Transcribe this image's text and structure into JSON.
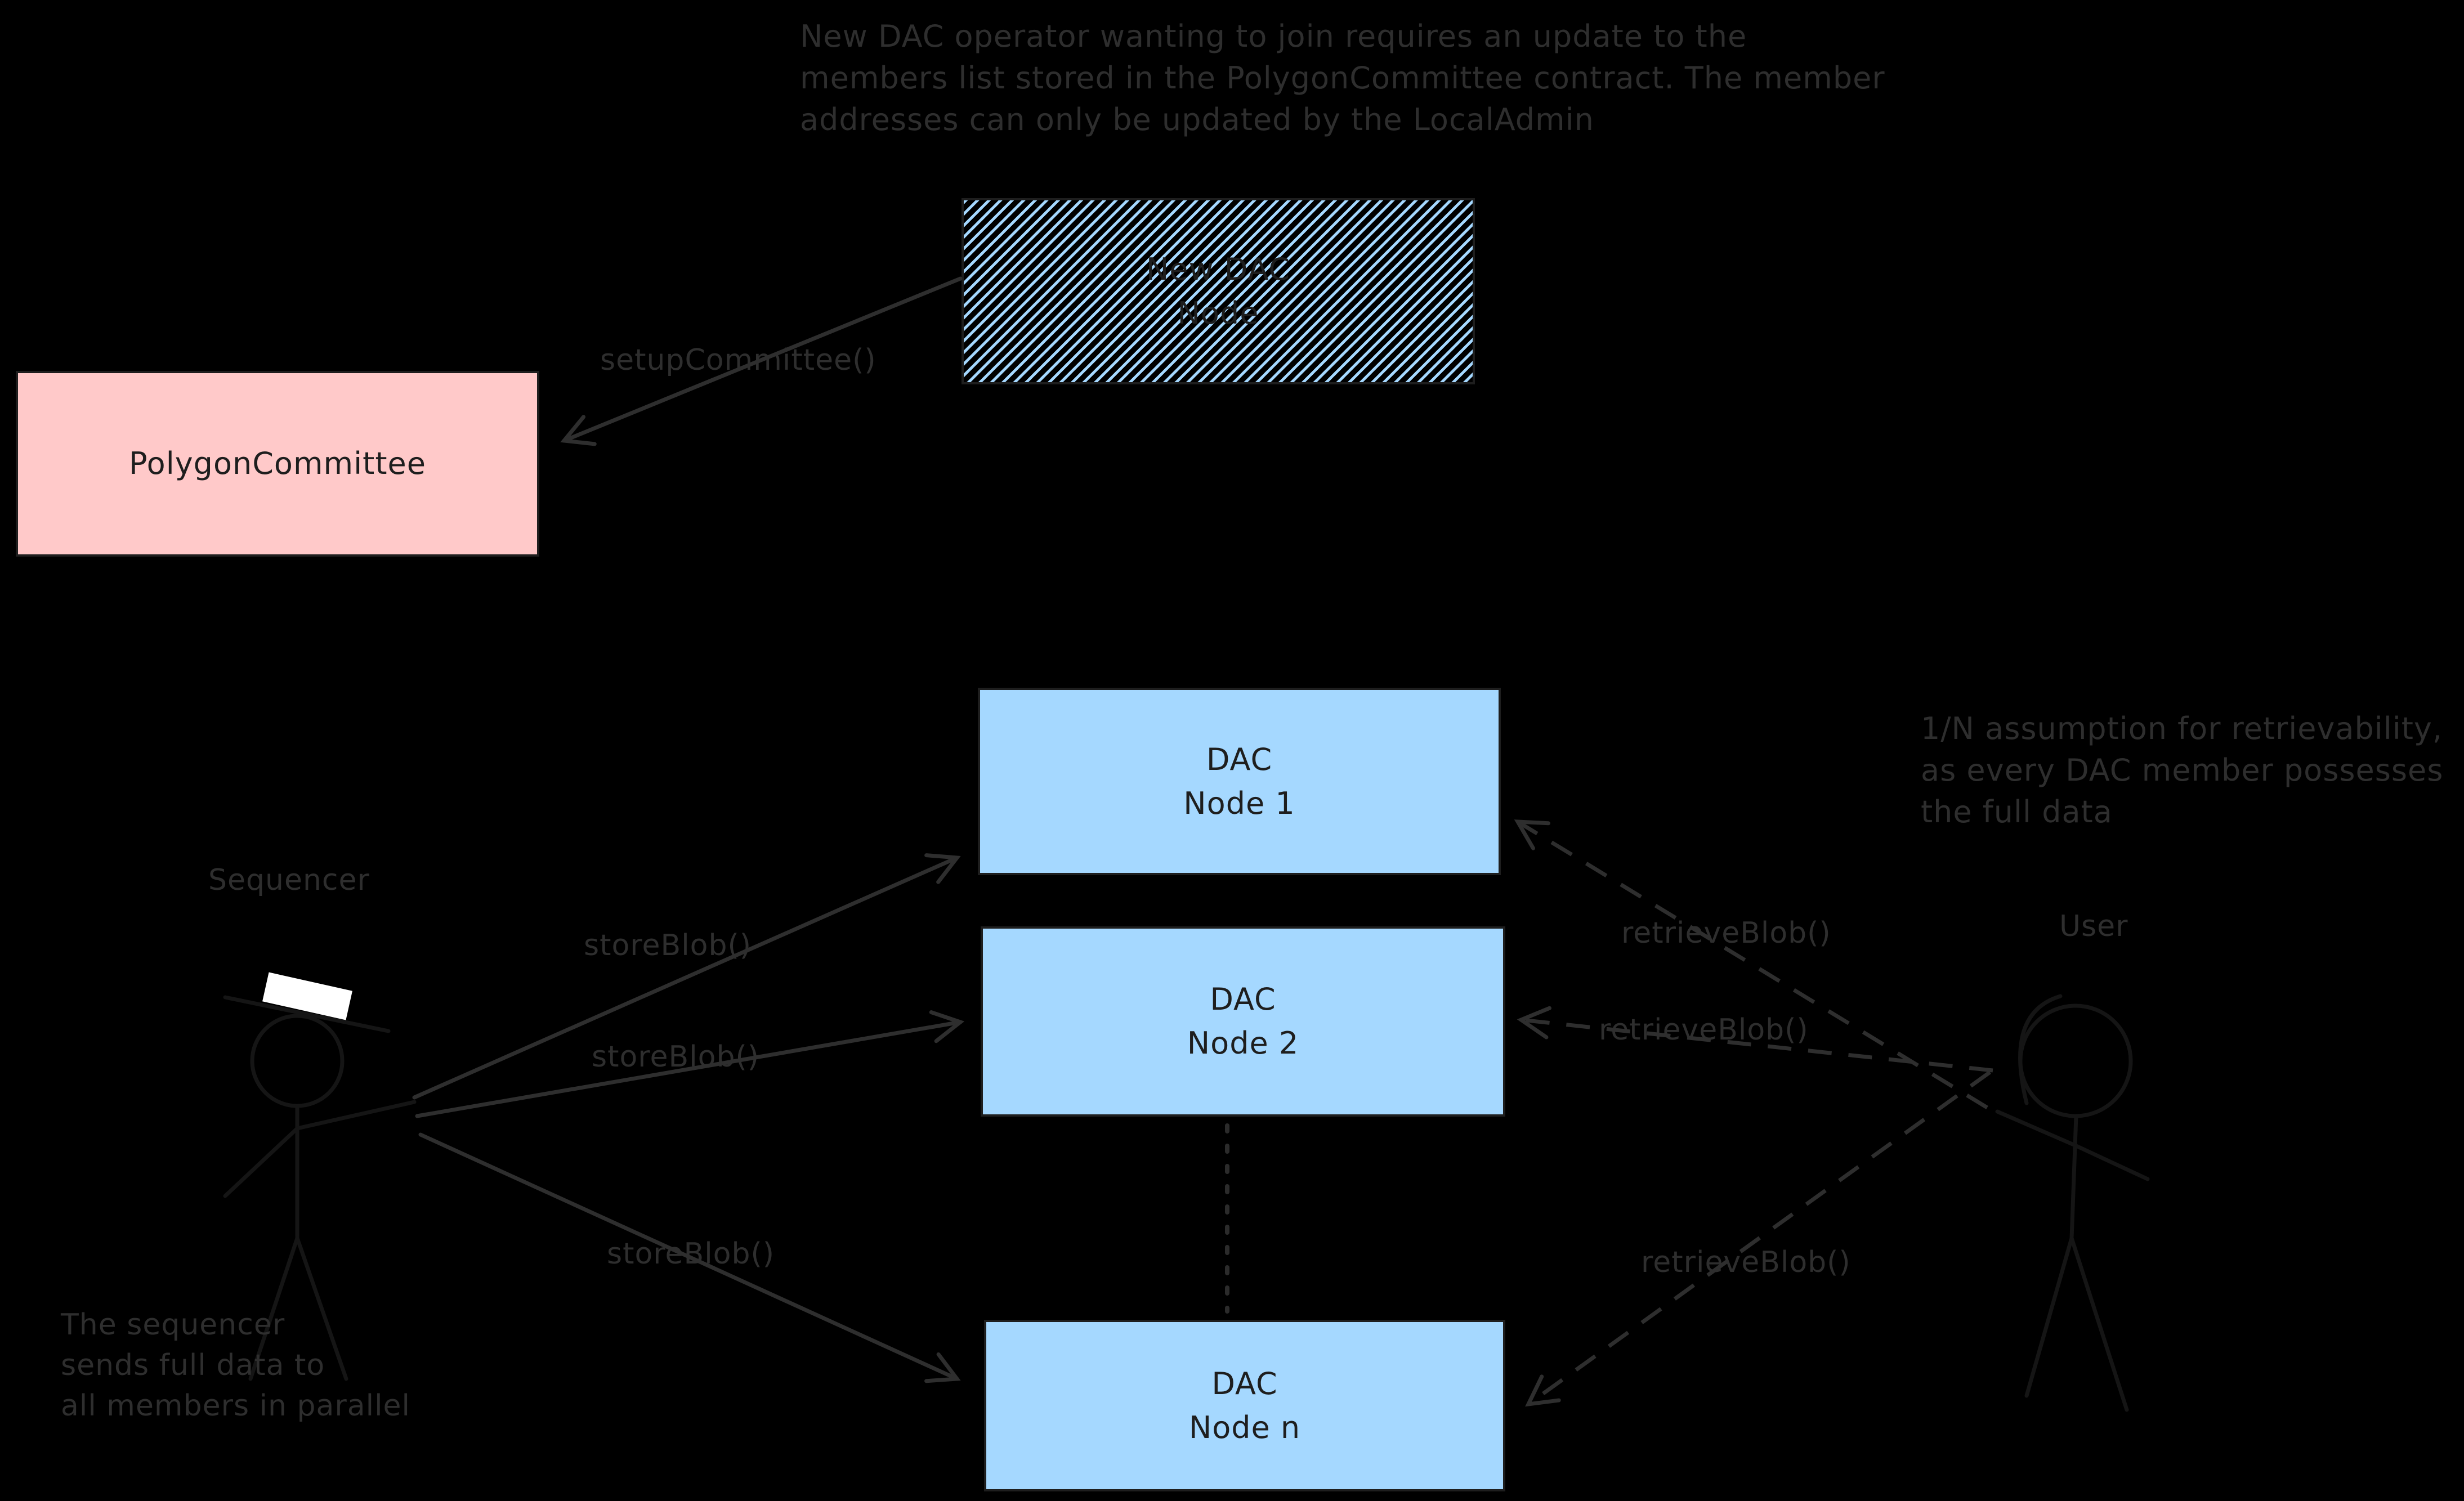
{
  "diagram": {
    "background": "#000000",
    "top_note": {
      "lines": [
        "New DAC operator wanting to join requires an update to the",
        "members list stored in the PolygonCommittee contract. The member",
        "addresses can only be updated by the LocalAdmin"
      ]
    },
    "retrievability_note": {
      "lines": [
        "1/N assumption for retrievability,",
        "as every DAC member possesses",
        "the full data"
      ]
    },
    "sequencer_note": {
      "lines": [
        "The sequencer",
        "sends full data to",
        "all members in parallel"
      ]
    },
    "boxes": {
      "new_dac_node": {
        "line1": "New DAC",
        "line2": "Node"
      },
      "polygon_committee": {
        "label": "PolygonCommittee"
      },
      "dac_node_1": {
        "line1": "DAC",
        "line2": "Node 1"
      },
      "dac_node_2": {
        "line1": "DAC",
        "line2": "Node 2"
      },
      "dac_node_n": {
        "line1": "DAC",
        "line2": "Node n"
      }
    },
    "actors": {
      "sequencer": "Sequencer",
      "user": "User"
    },
    "edge_labels": {
      "setup_committee": "setupCommittee()",
      "store_blob_1": "storeBlob()",
      "store_blob_2": "storeBlob()",
      "store_blob_3": "storeBlob()",
      "retrieve_blob_1": "retrieveBlob()",
      "retrieve_blob_2": "retrieveBlob()",
      "retrieve_blob_3": "retrieveBlob()"
    },
    "colors": {
      "node_blue": "#a5d8ff",
      "committee_pink": "#ffc9c9",
      "annotation_gray": "#2e2e2e",
      "box_stroke": "#1e1e1e",
      "faint_stroke": "#151515",
      "hat_white": "#ffffff"
    }
  }
}
